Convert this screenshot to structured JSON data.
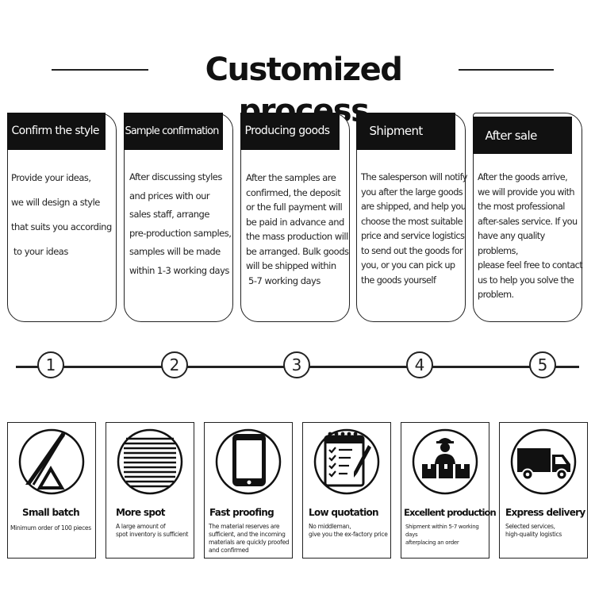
{
  "header": {
    "title": "Customized process"
  },
  "steps": [
    {
      "label": "Confirm the style",
      "lines": [
        "Provide your ideas,",
        "we will design a style",
        "that suits you according",
        "to your ideas"
      ]
    },
    {
      "label": "Sample confirmation",
      "lines": [
        "After discussing styles",
        "and prices with our",
        "sales staff, arrange",
        "pre-production samples,",
        "samples will be made",
        "within 1-3 working days"
      ]
    },
    {
      "label": "Producing goods",
      "lines": [
        "After the samples are",
        "confirmed, the deposit",
        "or the full payment will",
        "be paid in advance and",
        "the mass production will",
        "be arranged. Bulk goods",
        "will be shipped within",
        "5-7 working days"
      ]
    },
    {
      "label": "Shipment",
      "lines": [
        "The salesperson will notify",
        "you after the large goods",
        "are shipped, and help you",
        "choose the most suitable",
        "price and service logistics",
        "to send out the goods for",
        "you, or you can pick up",
        "the goods yourself"
      ]
    },
    {
      "label": "After sale",
      "lines": [
        "After the goods arrive,",
        "we will provide you with",
        "the most professional",
        "after-sales service. If you",
        "have any quality problems,",
        "please feel free to contact",
        "us to help you solve the",
        "problem."
      ]
    }
  ],
  "timeline": {
    "nodes": [
      "1",
      "2",
      "3",
      "4",
      "5"
    ]
  },
  "features": [
    {
      "title": "Small batch",
      "desc": [
        "Minimum order of 100 pieces"
      ],
      "icon": "triangle-ruler-icon"
    },
    {
      "title": "More spot",
      "desc": [
        "A large amount of",
        "spot inventory is sufficient"
      ],
      "icon": "fabric-stack-icon"
    },
    {
      "title": "Fast proofing",
      "desc": [
        "The material reserves are",
        "sufficient, and the incoming",
        "materials are quickly proofed",
        "and confirmed"
      ],
      "icon": "tablet-icon"
    },
    {
      "title": "Low quotation",
      "desc": [
        "No middleman,",
        "give you the ex-factory price"
      ],
      "icon": "checklist-icon"
    },
    {
      "title": "Excellent production",
      "desc": [
        "Shipment within 5-7 working days",
        "afterplacing an order"
      ],
      "icon": "worker-boxes-icon"
    },
    {
      "title": "Express delivery",
      "desc": [
        "Selected services,",
        "high-quality logistics"
      ],
      "icon": "truck-icon"
    }
  ],
  "colors": {
    "ink": "#111111",
    "background": "#ffffff"
  }
}
